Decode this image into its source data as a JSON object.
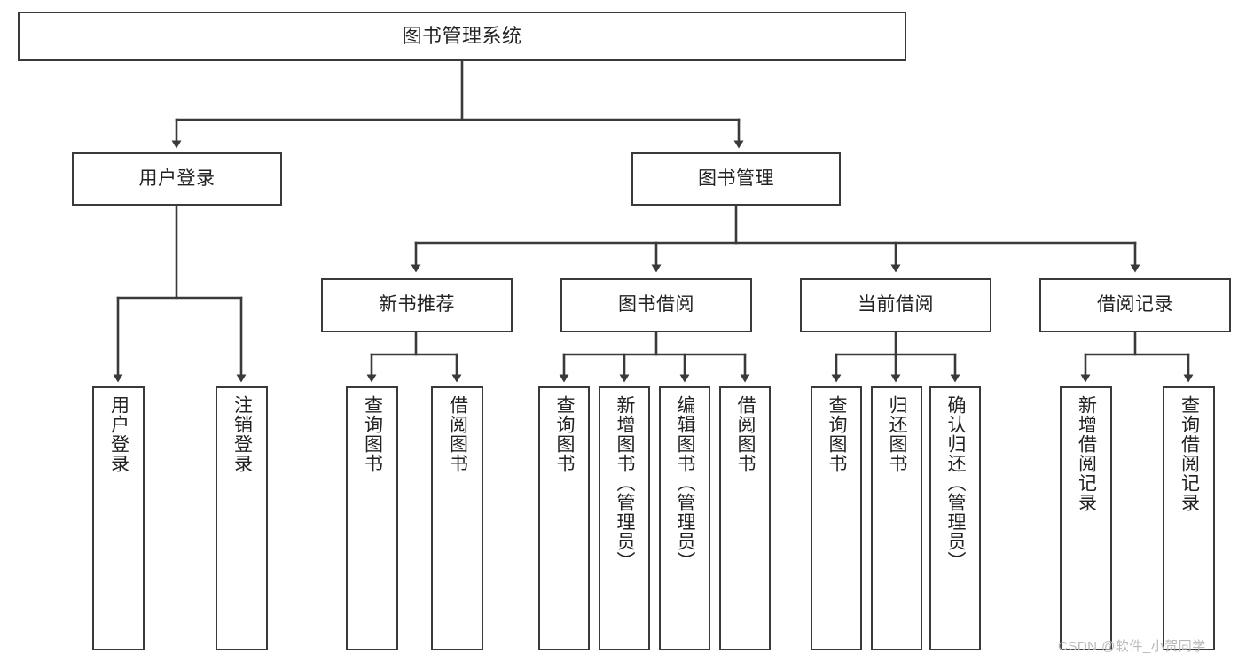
{
  "diagram": {
    "type": "tree",
    "title": "图书管理系统",
    "orientation": "top-down",
    "edge_style": "orthogonal-arrow",
    "colors": {
      "box_border": "#3a3a3a",
      "box_fill": "#ffffff",
      "edge": "#3a3a3a",
      "text": "#222222",
      "watermark": "#b9b9b9",
      "background": "#ffffff"
    }
  },
  "watermark": {
    "text": "CSDN @软件_小贺同学"
  },
  "nodes": {
    "root": {
      "label": "图书管理系统"
    },
    "level1": [
      {
        "id": "user-login",
        "label": "用户登录"
      },
      {
        "id": "book-manage",
        "label": "图书管理"
      }
    ],
    "level2": [
      {
        "id": "new-book-recommend",
        "label": "新书推荐"
      },
      {
        "id": "book-borrow",
        "label": "图书借阅"
      },
      {
        "id": "current-borrow",
        "label": "当前借阅"
      },
      {
        "id": "borrow-record",
        "label": "借阅记录"
      }
    ],
    "leaves": {
      "user_login": [
        {
          "id": "leaf-user-login",
          "label": "用户登录"
        },
        {
          "id": "leaf-logout",
          "label": "注销登录"
        }
      ],
      "new_book_recommend": [
        {
          "id": "leaf-query-book-1",
          "label": "查询图书"
        },
        {
          "id": "leaf-borrow-book-1",
          "label": "借阅图书"
        }
      ],
      "book_borrow": [
        {
          "id": "leaf-query-book-2",
          "label": "查询图书"
        },
        {
          "id": "leaf-add-book",
          "label": "新增图书（管理员）"
        },
        {
          "id": "leaf-edit-book",
          "label": "编辑图书（管理员）"
        },
        {
          "id": "leaf-borrow-book-2",
          "label": "借阅图书"
        }
      ],
      "current_borrow": [
        {
          "id": "leaf-query-book-3",
          "label": "查询图书"
        },
        {
          "id": "leaf-return-book",
          "label": "归还图书"
        },
        {
          "id": "leaf-confirm-return",
          "label": "确认归还（管理员）"
        }
      ],
      "borrow_record": [
        {
          "id": "leaf-add-record",
          "label": "新增借阅记录"
        },
        {
          "id": "leaf-query-record",
          "label": "查询借阅记录"
        }
      ]
    }
  },
  "edges": [
    {
      "from": "图书管理系统",
      "to": "用户登录"
    },
    {
      "from": "图书管理系统",
      "to": "图书管理"
    },
    {
      "from": "图书管理",
      "to": "新书推荐"
    },
    {
      "from": "图书管理",
      "to": "图书借阅"
    },
    {
      "from": "图书管理",
      "to": "当前借阅"
    },
    {
      "from": "图书管理",
      "to": "借阅记录"
    },
    {
      "from": "用户登录",
      "to": "用户登录"
    },
    {
      "from": "用户登录",
      "to": "注销登录"
    },
    {
      "from": "新书推荐",
      "to": "查询图书"
    },
    {
      "from": "新书推荐",
      "to": "借阅图书"
    },
    {
      "from": "图书借阅",
      "to": "查询图书"
    },
    {
      "from": "图书借阅",
      "to": "新增图书（管理员）"
    },
    {
      "from": "图书借阅",
      "to": "编辑图书（管理员）"
    },
    {
      "from": "图书借阅",
      "to": "借阅图书"
    },
    {
      "from": "当前借阅",
      "to": "查询图书"
    },
    {
      "from": "当前借阅",
      "to": "归还图书"
    },
    {
      "from": "当前借阅",
      "to": "确认归还（管理员）"
    },
    {
      "from": "借阅记录",
      "to": "新增借阅记录"
    },
    {
      "from": "借阅记录",
      "to": "查询借阅记录"
    }
  ]
}
